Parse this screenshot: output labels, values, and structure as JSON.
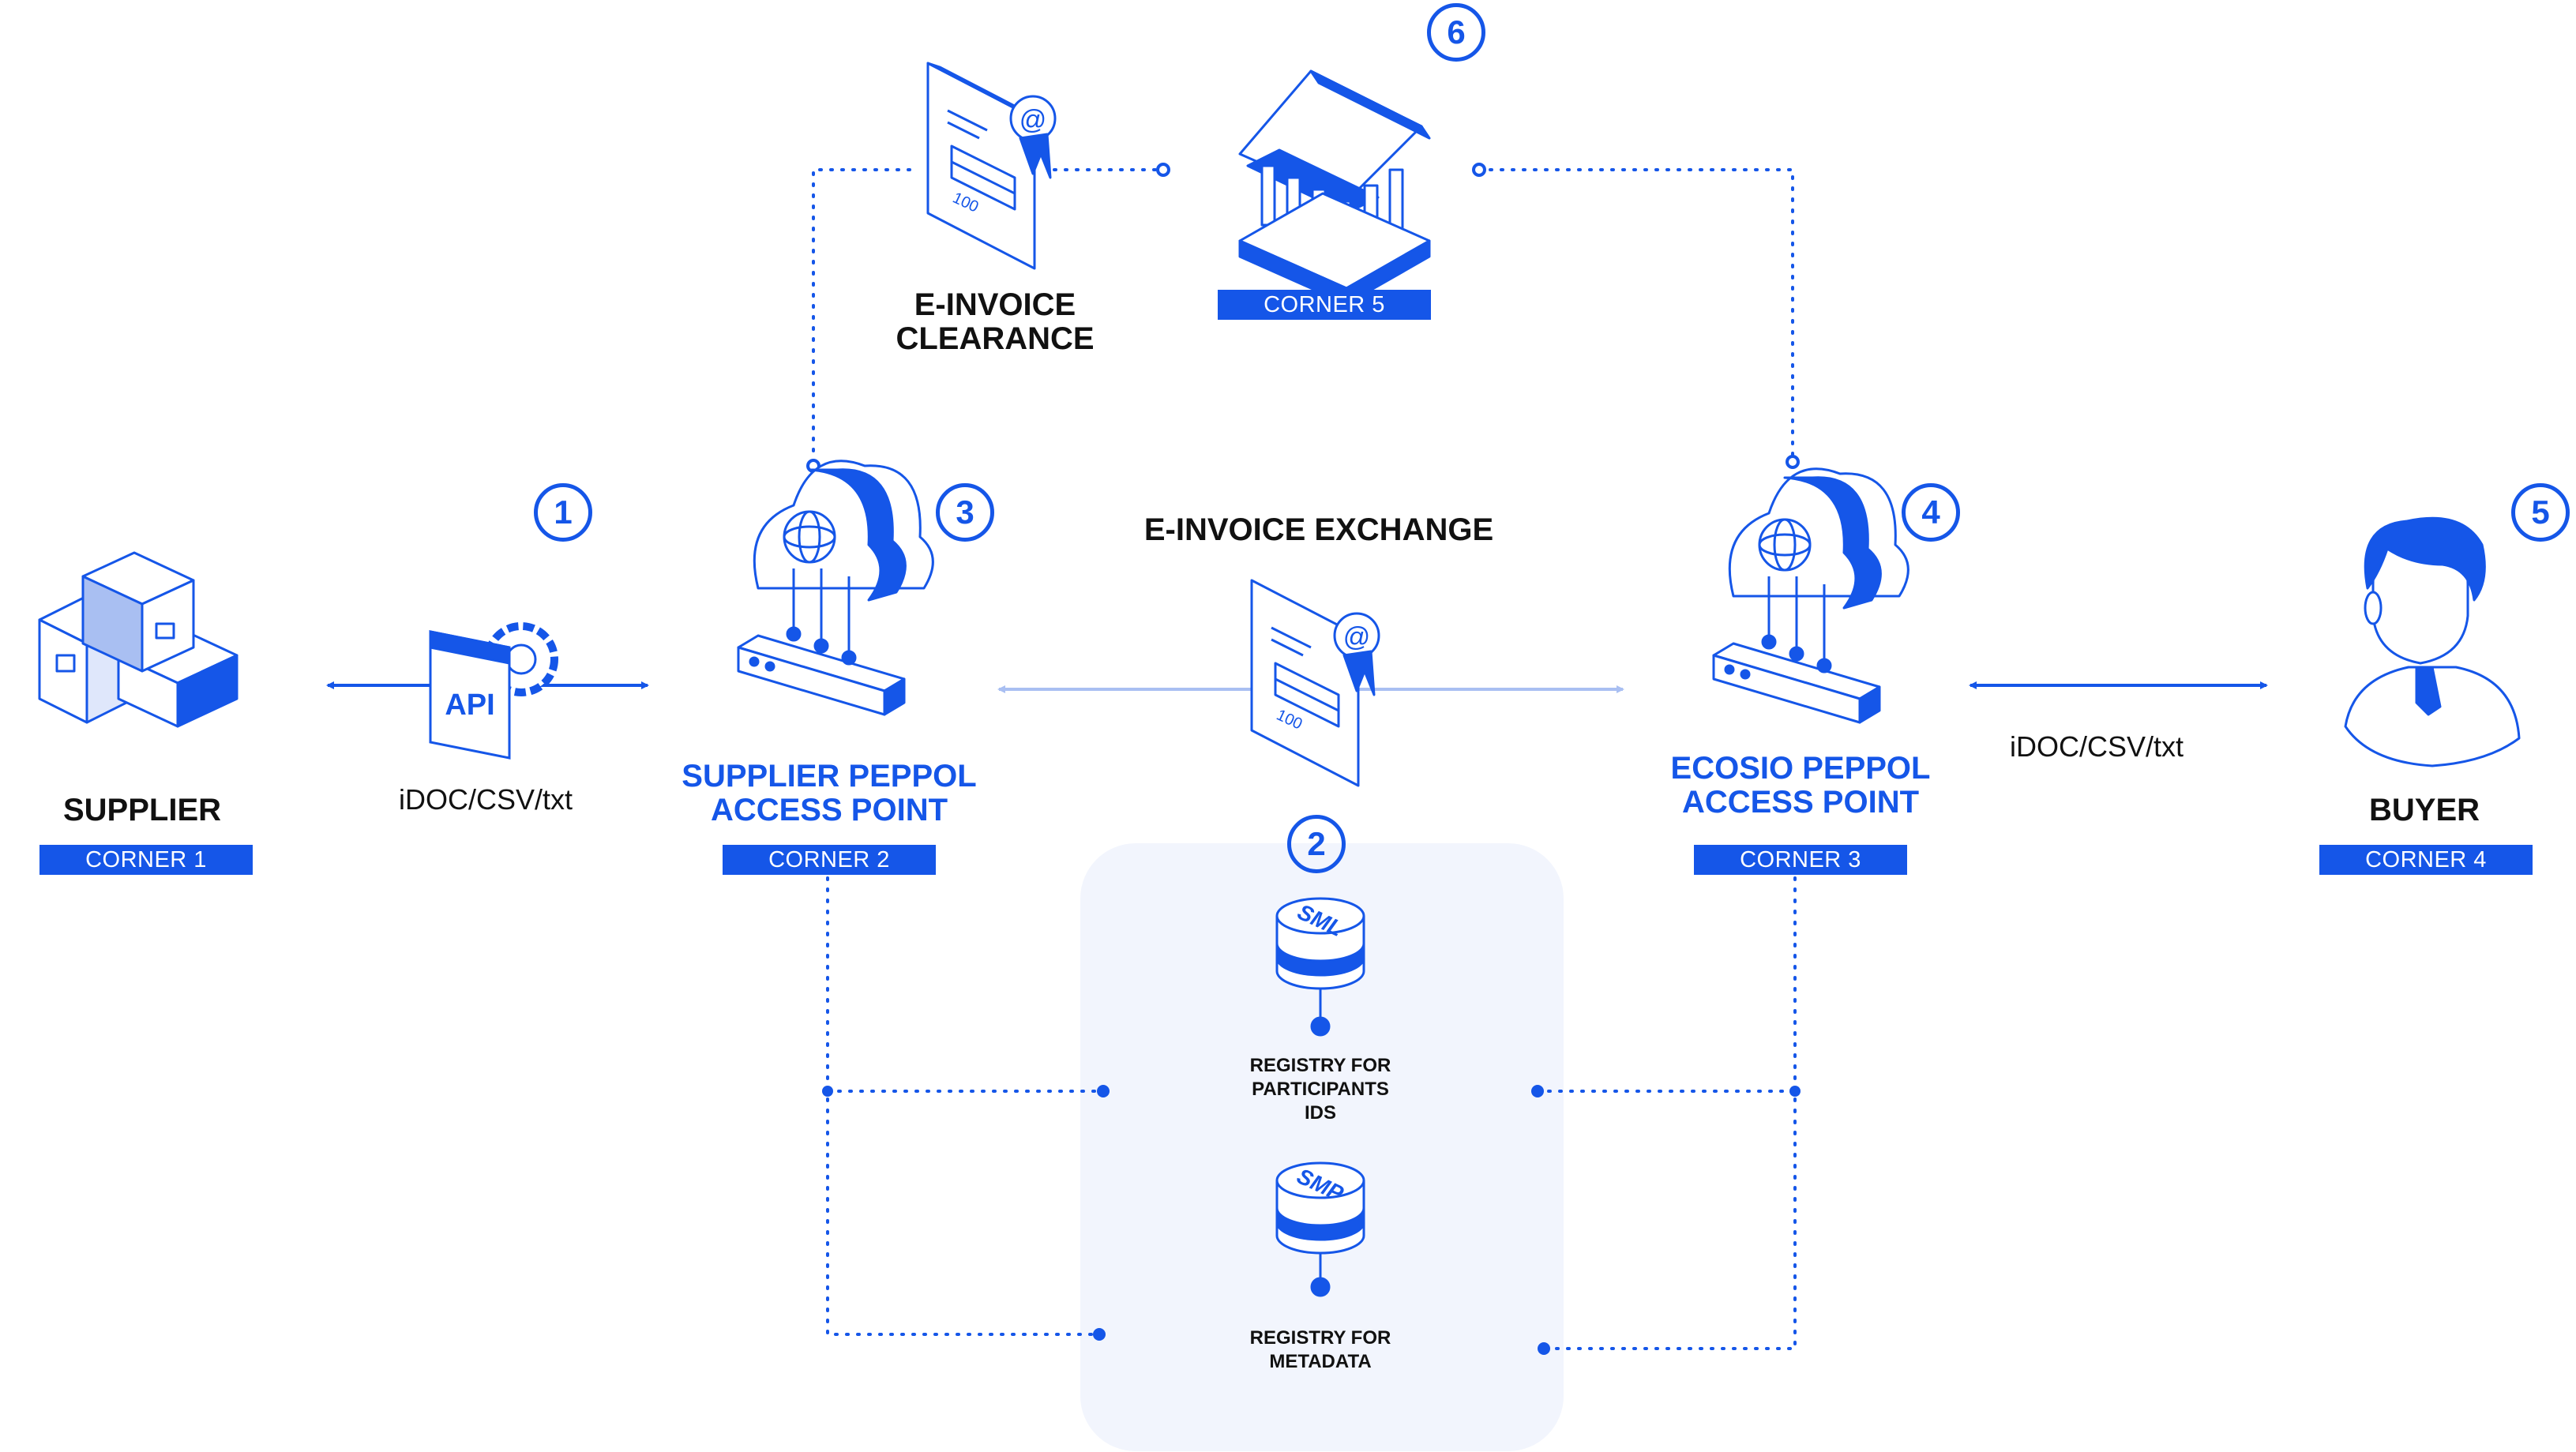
{
  "title": "E-INVOICE EXCHANGE",
  "clearance_title": "E-INVOICE\nCLEARANCE",
  "colors": {
    "accent": "#1556e8",
    "panel": "#f2f5fd",
    "text": "#111111",
    "light_arrow": "#a9bff2"
  },
  "steps": [
    "1",
    "2",
    "3",
    "4",
    "5",
    "6"
  ],
  "nodes": {
    "supplier": {
      "title": "SUPPLIER",
      "corner": "CORNER 1",
      "icon": "boxes-icon"
    },
    "supplier_ap": {
      "title": "SUPPLIER PEPPOL\nACCESS POINT",
      "corner": "CORNER 2",
      "icon": "cloud-server-icon"
    },
    "ecosio_ap": {
      "title": "ECOSIO PEPPOL\nACCESS POINT",
      "corner": "CORNER 3",
      "icon": "cloud-server-icon"
    },
    "buyer": {
      "title": "BUYER",
      "corner": "CORNER 4",
      "icon": "person-icon"
    },
    "authority": {
      "corner": "CORNER 5",
      "icon": "bank-building-icon"
    }
  },
  "formats": {
    "left": "iDOC/CSV/txt",
    "right": "iDOC/CSV/txt"
  },
  "api_label": "API",
  "registry": {
    "sml": {
      "badge": "SML",
      "label": "REGISTRY FOR\nPARTICIPANTS\nIDS"
    },
    "smp": {
      "badge": "SMP",
      "label": "REGISTRY FOR\nMETADATA"
    }
  },
  "document_icon": {
    "amount": "100",
    "at": "@"
  }
}
